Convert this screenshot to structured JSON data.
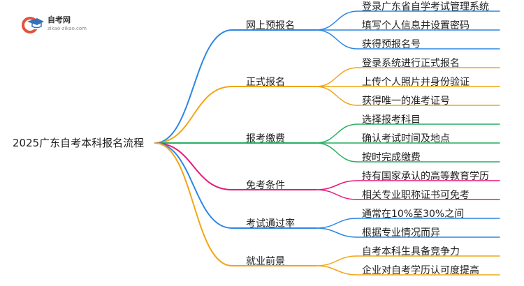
{
  "brand": {
    "name": "自考网",
    "url": "zikao-zikao.com",
    "icon": "graduation-cap-icon",
    "colors": {
      "red": "#e0533f",
      "blue": "#3a6fb7"
    }
  },
  "mindmap": {
    "root": "2025广东自考本科报名流程",
    "branches": [
      {
        "label": "网上预报名",
        "color": "#2b87e3",
        "children": [
          "登录广东省自学考试管理系统",
          "填写个人信息并设置密码",
          "获得预报名号"
        ]
      },
      {
        "label": "正式报名",
        "color": "#f2a516",
        "children": [
          "登录系统进行正式报名",
          "上传个人照片并身份验证",
          "获得唯一的准考证号"
        ]
      },
      {
        "label": "报考缴费",
        "color": "#27ae60",
        "children": [
          "选择报考科目",
          "确认考试时间及地点",
          "按时完成缴费"
        ]
      },
      {
        "label": "免考条件",
        "color": "#e6197c",
        "children": [
          "持有国家承认的高等教育学历",
          "相关专业职称证书可免考"
        ]
      },
      {
        "label": "考试通过率",
        "color": "#2b87e3",
        "children": [
          "通常在10%至30%之间",
          "根据专业情况而异"
        ]
      },
      {
        "label": "就业前景",
        "color": "#f2a516",
        "children": [
          "自考本科生具备竞争力",
          "企业对自考学历认可度提高"
        ]
      }
    ]
  }
}
